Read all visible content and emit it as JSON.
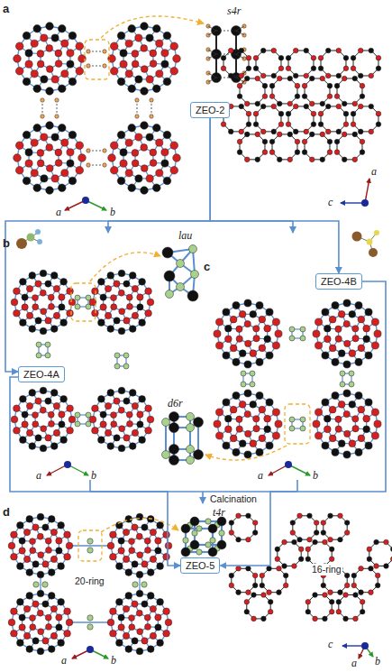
{
  "diagram": {
    "nodes": [
      {
        "text": [
          "ZEO-2"
        ]
      },
      {
        "text": [
          "ZEO-4B"
        ]
      },
      {
        "text": [
          "ZEO-4A"
        ]
      },
      {
        "text": [
          "ZEO-5"
        ]
      }
    ],
    "edges": [
      {
        "from": 0,
        "to": 2,
        "arrow": "to"
      },
      {
        "from": 0,
        "to": 1,
        "arrow": "to"
      },
      {
        "from": 2,
        "to": 3,
        "label": "Calcination",
        "arrow": "to"
      },
      {
        "from": 1,
        "to": 3,
        "arrow": "to"
      }
    ],
    "labels": [
      "a",
      "s4r",
      "a",
      "b",
      "a",
      "c",
      "b",
      "lau",
      "c",
      "a",
      "b",
      "a",
      "b",
      "d6r",
      "d",
      "t4r",
      "20-ring",
      "16-ring",
      "a",
      "b",
      "c",
      "a",
      "b"
    ]
  }
}
